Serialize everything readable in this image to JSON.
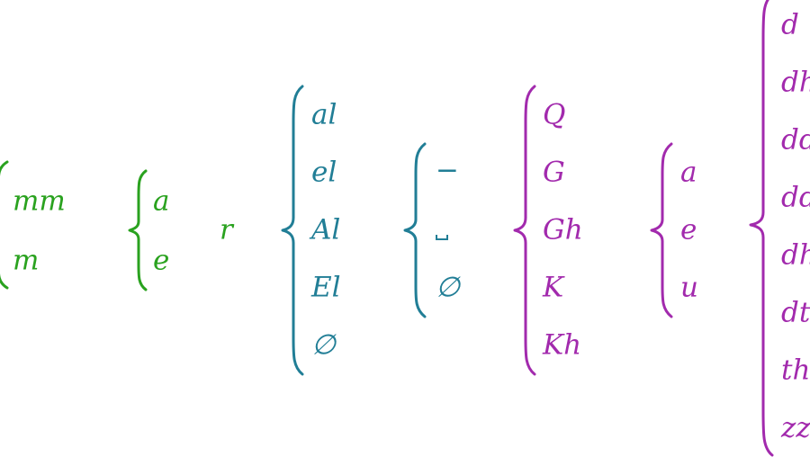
{
  "groups": [
    {
      "id": "g1",
      "color": "#2aa21f",
      "items": [
        "mm",
        "m"
      ]
    },
    {
      "id": "g2",
      "color": "#2aa21f",
      "items": [
        "a",
        "e"
      ]
    },
    {
      "id": "g3",
      "color": "#2aa21f",
      "items": [
        "r"
      ]
    },
    {
      "id": "g4",
      "color": "#217e96",
      "items": [
        "al",
        "el",
        "Al",
        "El",
        "∅"
      ]
    },
    {
      "id": "g5",
      "color": "#217e96",
      "items": [
        "−",
        "␣",
        "∅"
      ]
    },
    {
      "id": "g6",
      "color": "#a22aad",
      "items": [
        "Q",
        "G",
        "Gh",
        "K",
        "Kh"
      ]
    },
    {
      "id": "g7",
      "color": "#a22aad",
      "items": [
        "a",
        "e",
        "u"
      ]
    },
    {
      "id": "g8",
      "color": "#a22aad",
      "items": [
        "d",
        "dh",
        "dd",
        "dd",
        "dh",
        "dt",
        "th",
        "zz"
      ]
    }
  ]
}
